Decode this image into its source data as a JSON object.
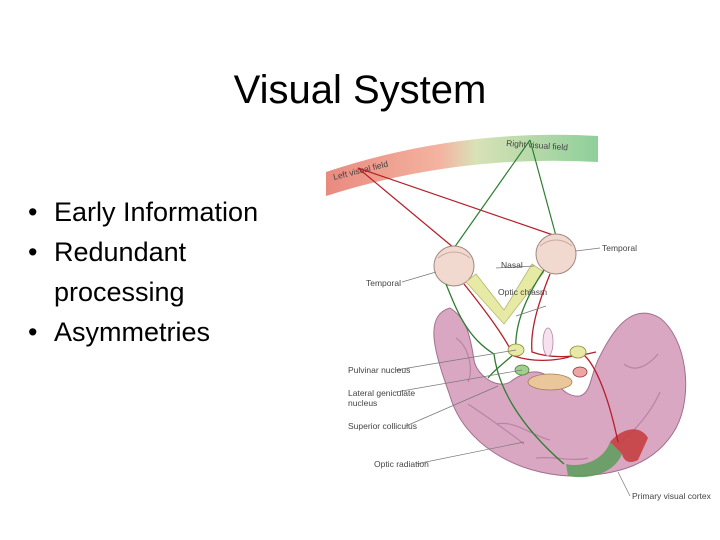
{
  "slide": {
    "title": "Visual System",
    "bullets": [
      "Early Information",
      "Redundant processing",
      "Asymmetries"
    ]
  },
  "diagram": {
    "labels": {
      "left_visual_field": "Left visual field",
      "right_visual_field": "Right visual field",
      "temporal_right": "Temporal",
      "nasal": "Nasal",
      "temporal_left": "Temporal",
      "optic_chiasm": "Optic chiasm",
      "pulvinar_nucleus": "Pulvinar nucleus",
      "lgn_line1": "Lateral geniculate",
      "lgn_line2": "nucleus",
      "superior_colliculus": "Superior colliculus",
      "optic_radiation": "Optic radiation",
      "primary_visual_cortex": "Primary visual cortex"
    },
    "colors": {
      "left_field": "#e98a7f",
      "right_field": "#8fcf9a",
      "brain": "#d9a7c2",
      "left_pathway": "#b51f2a",
      "right_pathway": "#2e7d32",
      "eye": "#f2d9cf"
    }
  }
}
